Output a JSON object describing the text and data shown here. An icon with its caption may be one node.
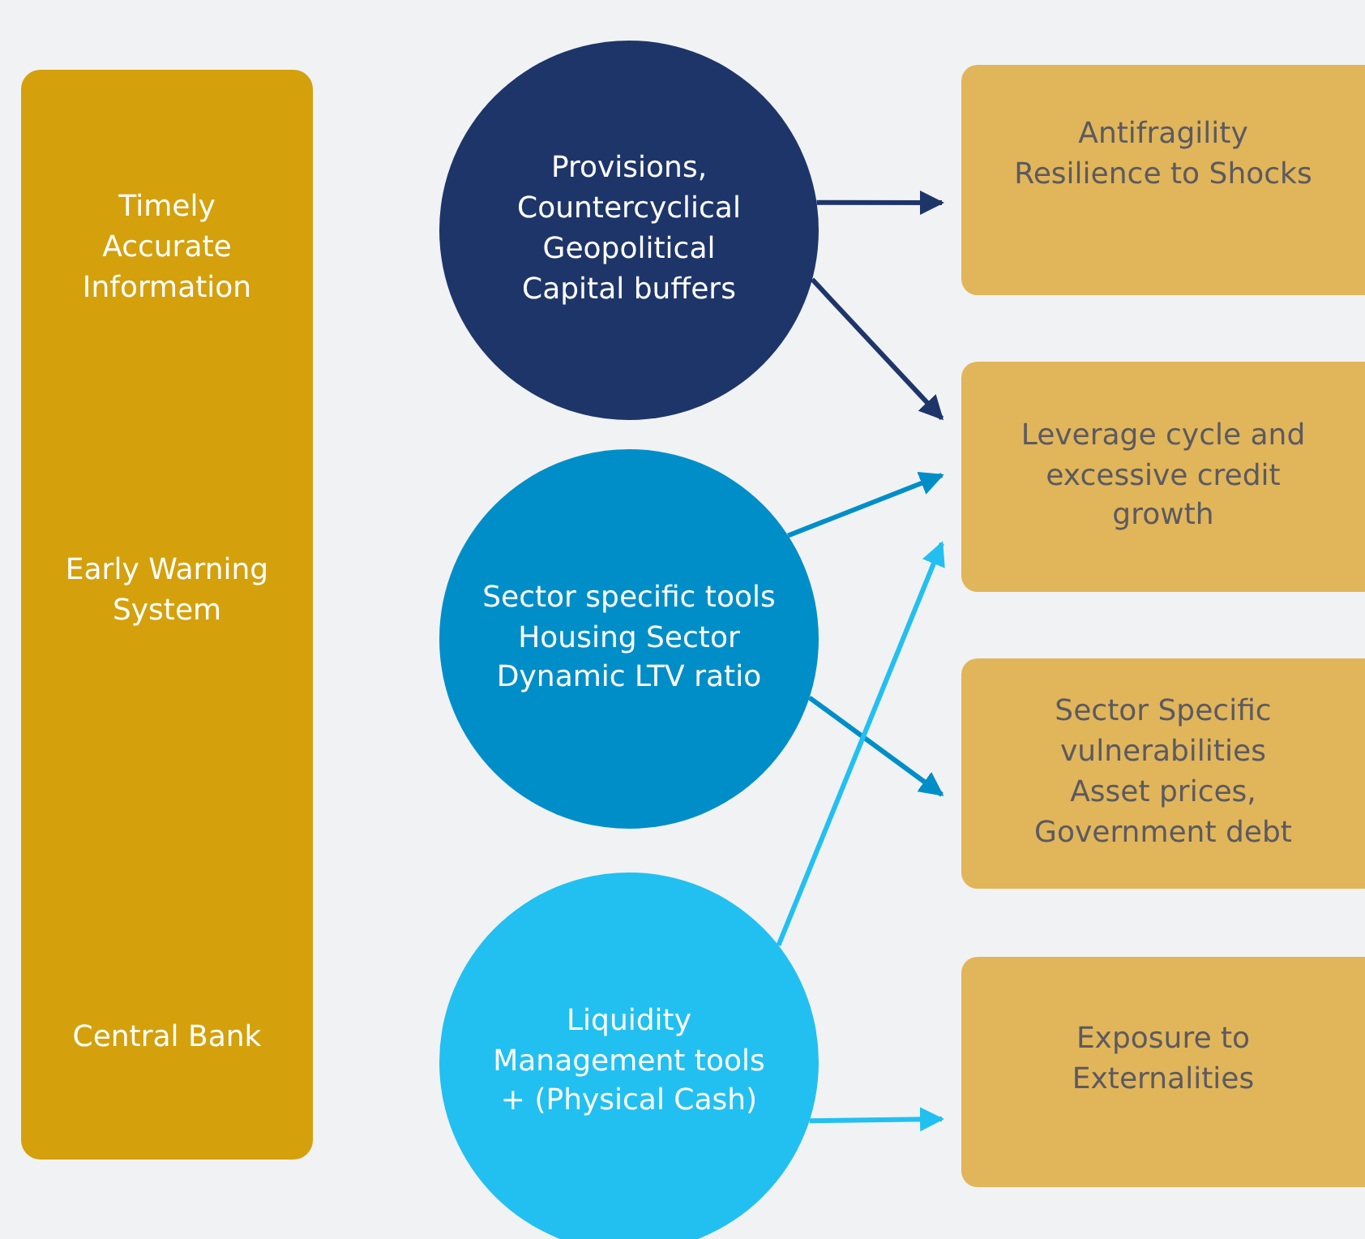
{
  "diagram": {
    "nodes": [
      {
        "text": [
          "Timely Accurate Information",
          "Early Warning System",
          "Central Bank"
        ]
      },
      {
        "text": [
          "Provisions, Countercyclical Geopolitical Capital buffers"
        ]
      },
      {
        "text": [
          "Sector specific tools Housing Sector Dynamic LTV ratio"
        ]
      },
      {
        "text": [
          "Liquidity Management tools + (Physical Cash)"
        ]
      },
      {
        "text": [
          "Antifragility Resilience to Shocks"
        ]
      },
      {
        "text": [
          "Leverage cycle and excessive credit growth"
        ]
      },
      {
        "text": [
          "Sector Specific vulnerabilities Asset prices, Government debt"
        ]
      },
      {
        "text": [
          "Exposure to Externalities"
        ]
      }
    ],
    "edges": [
      {
        "from": 1,
        "to": 4,
        "arrow": "to",
        "color": "#1e3569"
      },
      {
        "from": 1,
        "to": 5,
        "arrow": "to",
        "color": "#1e3569"
      },
      {
        "from": 2,
        "to": 5,
        "arrow": "to",
        "color": "#008ec9"
      },
      {
        "from": 2,
        "to": 6,
        "arrow": "to",
        "color": "#008ec9"
      },
      {
        "from": 3,
        "to": 5,
        "arrow": "to",
        "color": "#22c0f0"
      },
      {
        "from": 3,
        "to": 7,
        "arrow": "to",
        "color": "#22c0f0"
      }
    ]
  }
}
